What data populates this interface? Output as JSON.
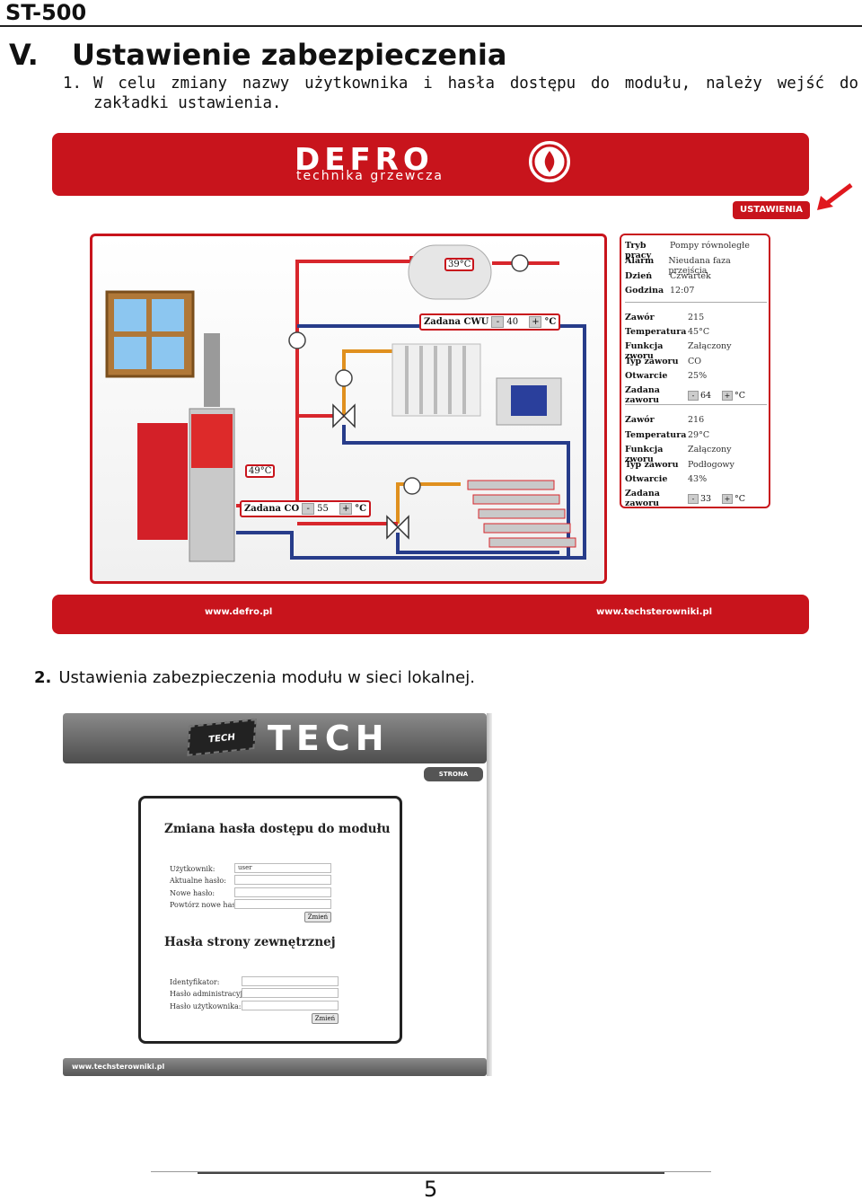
{
  "doc": {
    "title": "ST-500",
    "section_number": "V.",
    "section_title": "Ustawienie zabezpieczenia",
    "step1_number": "1.",
    "step1_text": "W celu zmiany nazwy użytkownika i hasła dostępu do modułu, należy wejść do zakładki ustawienia.",
    "step2_number": "2.",
    "step2_text": "Ustawienia zabezpieczenia modułu w sieci lokalnej.",
    "page_number": "5"
  },
  "shot1": {
    "brand": "DEFRO",
    "brand_sub": "technika grzewcza",
    "settings_button": "USTAWIENIA",
    "footer_left": "www.defro.pl",
    "footer_right": "www.techsterowniki.pl",
    "boiler_temp": "49°C",
    "tank_temp": "39°C",
    "cwu": {
      "label": "Zadana CWU",
      "value": "40",
      "unit": "°C"
    },
    "co": {
      "label": "Zadana CO",
      "value": "55",
      "unit": "°C"
    },
    "info": {
      "mode_label": "Tryb pracy",
      "mode_value": "Pompy równoległe",
      "alarm_label": "Alarm",
      "alarm_value": "Nieudana faza przejścia",
      "day_label": "Dzień",
      "day_value": "Czwartek",
      "time_label": "Godzina",
      "time_value": "12:07",
      "valve1": {
        "valve_label": "Zawór",
        "valve_value": "215",
        "temp_label": "Temperatura",
        "temp_value": "45°C",
        "func_label": "Funkcja zworu",
        "func_value": "Załączony",
        "type_label": "Typ zaworu",
        "type_value": "CO",
        "open_label": "Otwarcie",
        "open_value": "25%",
        "set_label": "Zadana zaworu",
        "set_value": "64",
        "unit": "°C"
      },
      "valve2": {
        "valve_label": "Zawór",
        "valve_value": "216",
        "temp_label": "Temperatura",
        "temp_value": "29°C",
        "func_label": "Funkcja zworu",
        "func_value": "Załączony",
        "type_label": "Typ zaworu",
        "type_value": "Podłogowy",
        "open_label": "Otwarcie",
        "open_value": "43%",
        "set_label": "Zadana zaworu",
        "set_value": "33",
        "unit": "°C"
      }
    },
    "minus": "-",
    "plus": "+"
  },
  "shot2": {
    "logo": "TECH",
    "chip_text": "TECH",
    "home_button": "STRONA GŁÓWNA",
    "section1_title": "Zmiana hasła dostępu do modułu",
    "user_label": "Użytkownik:",
    "user_value": "user",
    "current_pw_label": "Aktualne hasło:",
    "new_pw_label": "Nowe hasło:",
    "repeat_pw_label": "Powtórz nowe hasło:",
    "change_button": "Zmień",
    "section2_title": "Hasła strony zewnętrznej",
    "id_label": "Identyfikator:",
    "admin_pw_label": "Hasło administracyjne:",
    "user_pw_label": "Hasło użytkownika:",
    "change_button2": "Zmień",
    "footer": "www.techsterowniki.pl"
  }
}
